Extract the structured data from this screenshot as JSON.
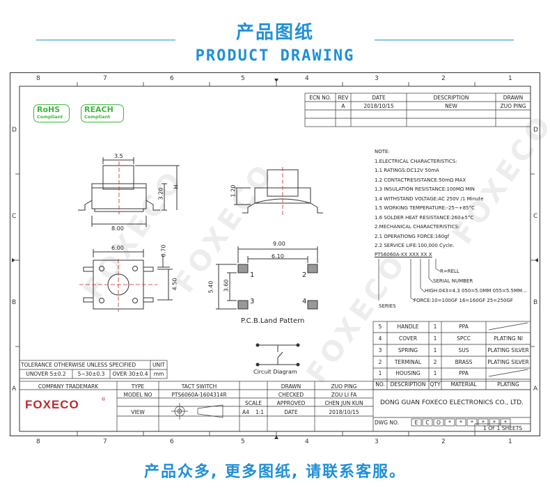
{
  "header": {
    "title_cn": "产品图纸",
    "title_en": "PRODUCT DRAWING"
  },
  "footer": {
    "text_cn": "产品众多, 更多图纸, 请联系客服。"
  },
  "watermark": "FOXECO",
  "grid": {
    "top_numbers": [
      "8",
      "7",
      "6",
      "5",
      "4",
      "3",
      "2",
      "1"
    ],
    "bottom_numbers": [
      "8",
      "7",
      "6",
      "5",
      "4",
      "3",
      "2",
      "1"
    ],
    "left_letters": [
      "D",
      "C",
      "B",
      "A"
    ],
    "right_letters": [
      "D",
      "C",
      "B",
      "A"
    ]
  },
  "compliance": {
    "rohs_label": "RoHS",
    "rohs_sub": "Compliant",
    "reach_label": "REACH",
    "reach_sub": "Compliant"
  },
  "revision_table": {
    "headers": [
      "ECN NO.",
      "REV",
      "DATE",
      "DESCRIPTION",
      "DRAWN"
    ],
    "row": [
      "",
      "A",
      "2018/10/15",
      "NEW",
      "ZUO PING"
    ]
  },
  "dimensions": {
    "side_top_width": "3.5",
    "side_height": "3.20",
    "side_total_height": "H",
    "side_width": "8.00",
    "front_height": "1.20",
    "top_width": "6.00",
    "top_pin_gap": "0.70",
    "top_pin_pitch": "4.50",
    "pcb_width": "9.00",
    "pcb_inner": "6.10",
    "pcb_height": "5.40",
    "pcb_inner_height": "3.60"
  },
  "pcb": {
    "pad_labels": [
      "1",
      "2",
      "3",
      "4"
    ],
    "caption": "P.C.B.Land Pattern"
  },
  "circuit": {
    "caption": "Circuit Diagram"
  },
  "notes": {
    "lines": [
      "NOTE:",
      "1.ELECTRICAL CHARACTERISTICS:",
      "1.1  RATINGS:DC12V  50mA",
      "1.2  CONTACTRESISTANCE:50mΩ  MAX",
      "1.3  INSULATION RESISTANCE:100MΩ  MIN",
      "1.4  WITHSTAND VOLTAGE:AC 250V /1 Minute",
      "1.5  WORKING TEMPERATURE:-25~+85°C",
      "1.6  SOLDER HEAT RESISTANCE:260±5°C",
      "2.MECHANICAL CHARACTERISTICS:",
      "2.1  OPERATIONG FORCE:160gf",
      "2.2  SERVICE LIFE:100,000 Cycle."
    ],
    "part_code": "PTS6060A-XX XXX XX X",
    "code_r": "R=RELL",
    "code_serial": "SERIAL NUMBER",
    "code_high": "HIGH:043=4.3  050=5.0MM  055=5.5MM...",
    "code_force": "FORCE:10=100GF  16=160GF  25=250GF",
    "code_series": "SERIES"
  },
  "bom": {
    "rows": [
      [
        "5",
        "HANDLE",
        "1",
        "PPA",
        ""
      ],
      [
        "4",
        "COVER",
        "1",
        "SPCC",
        "PLATING NI"
      ],
      [
        "3",
        "SPRING",
        "1",
        "SUS",
        "PLATING SILVER"
      ],
      [
        "2",
        "TERMINAL",
        "2",
        "BRASS",
        "PLATING SILVER"
      ],
      [
        "1",
        "HOUSING",
        "1",
        "PPA",
        ""
      ]
    ],
    "headers": [
      "NO.",
      "DESCRIPTION",
      "QTY",
      "MATERIAL",
      "PLATING"
    ]
  },
  "tolerance": {
    "title": "TOLERANCE OTHERWISE UNLESS SPECIFIED",
    "unit_label": "UNIT",
    "c1": "UNOVER 5±0.2",
    "c2": "5~30±0.3",
    "c3": "OVER 30±0.4",
    "unit": "mm"
  },
  "title_block": {
    "company_trademark": "COMPANY TRADEMARK",
    "type_label": "TYPE",
    "type_value": "TACT SWITCH",
    "drawn_label": "DRAWN",
    "drawn_value": "ZUO PING",
    "logo_text": "FOXECO",
    "model_label": "MODEL NO",
    "model_value": "PTS6060A-1604314R",
    "checked_label": "CHECKED",
    "checked_value": "ZOU LI FA",
    "company_name": "DONG GUAN FOXECO ELECTRONICS CO., LTD.",
    "view_label": "VIEW",
    "scale_label": "SCALE",
    "approved_label": "APPROVED",
    "approved_value": "CHEN JUN KUN",
    "size_label": "A4",
    "scale_value": "1:1",
    "date_label": "DATE",
    "date_value": "2018/10/15",
    "dwg_label": "DWG NO.",
    "dwg_value": [
      "E",
      "C",
      "O",
      "*",
      "*",
      "*",
      "*",
      "*",
      "*"
    ],
    "sheet_label": "1  OF  1  SHEETS"
  },
  "colors": {
    "accent": "#1f8fd9",
    "green": "#3fb53f",
    "logo_red": "#c0282d"
  }
}
